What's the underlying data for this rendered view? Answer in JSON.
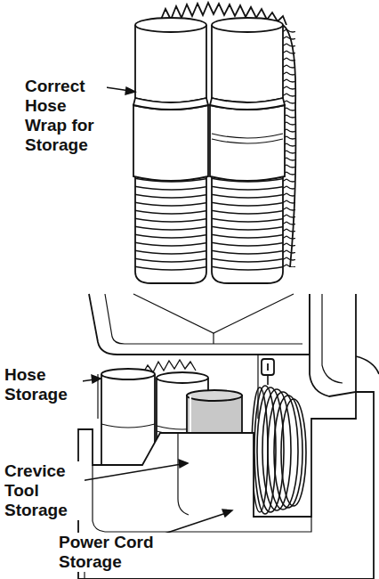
{
  "diagram": {
    "labels": [
      "Correct Hose Wrap for Storage",
      "Hose Storage",
      "Crevice Tool Storage",
      "Power Cord Storage"
    ]
  }
}
